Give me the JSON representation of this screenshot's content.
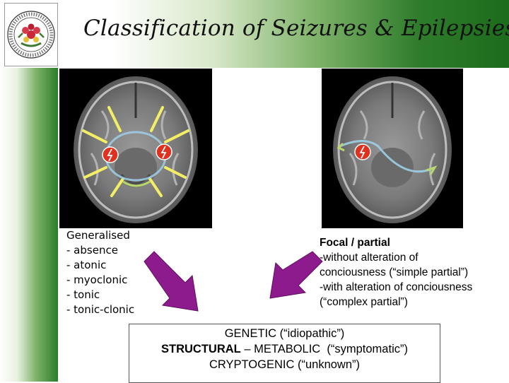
{
  "title": "Classification of Seizures & Epilepsies",
  "generalised": {
    "heading": "Generalised",
    "items": [
      "- absence",
      "- atonic",
      "- myoclonic",
      "- tonic",
      "- tonic-clonic"
    ]
  },
  "focal": {
    "heading": "Focal / partial",
    "lines": [
      "-without alteration of",
      "conciousness (“simple partial”)",
      "-with alteration of conciousness",
      "(“complex partial”)"
    ]
  },
  "etiology": {
    "line1": "GENETIC (“idiopathic”)",
    "line2_bold": "STRUCTURAL",
    "line2_rest": " – METABOLIC  (“symptomatic”)",
    "line3": "CRYPTOGENIC (“unknown”)"
  },
  "colors": {
    "header_green": "#1c6b1c",
    "arrow_purple": "#8e1b8e",
    "spark_red": "#e0301e",
    "ray_yellow": "#f2ef66"
  }
}
